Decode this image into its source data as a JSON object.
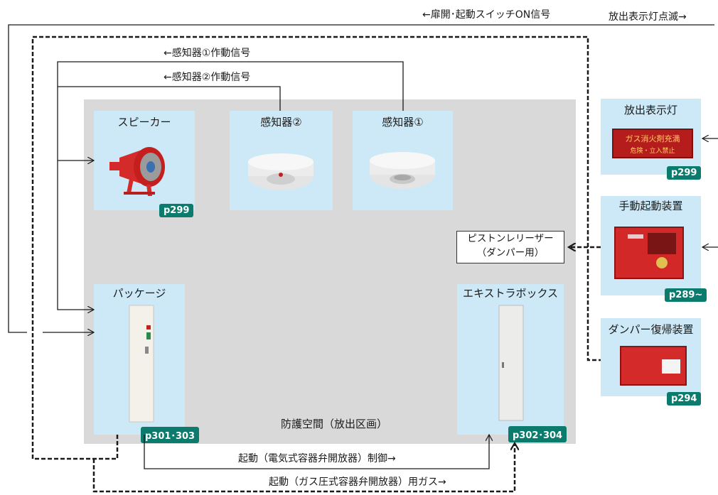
{
  "signals": {
    "door_switch": "←扉開･起動スイッチON信号",
    "discharge_lamp_blink": "放出表示灯点滅→",
    "detector1": "←感知器①作動信号",
    "detector2": "←感知器②作動信号",
    "electric_control": "起動（電気式容器弁開放器）制御→",
    "gas_pressure": "起動（ガス圧式容器弁開放器）用ガス→"
  },
  "room_label": "防護空間（放出区画）",
  "devices": {
    "speaker": {
      "title": "スピーカー",
      "page": "p299"
    },
    "detector2": {
      "title": "感知器②"
    },
    "detector1": {
      "title": "感知器①"
    },
    "package": {
      "title": "パッケージ",
      "page": "p301･303"
    },
    "extra_box": {
      "title": "エキストラボックス",
      "page": "p302･304"
    },
    "discharge_lamp": {
      "title": "放出表示灯",
      "page": "p299",
      "panel_line1": "ガス消火剤充満",
      "panel_line2": "危険・立入禁止"
    },
    "manual_starter": {
      "title": "手動起動装置",
      "page": "p289~"
    },
    "damper_reset": {
      "title": "ダンパー復帰装置",
      "page": "p294"
    }
  },
  "piston_releaser": {
    "line1": "ピストンレリーザー",
    "line2": "（ダンパー用）"
  },
  "colors": {
    "room": "#d9d9da",
    "card": "#cde9f7",
    "badge": "#0a7b6c",
    "red": "#d42a2a"
  }
}
